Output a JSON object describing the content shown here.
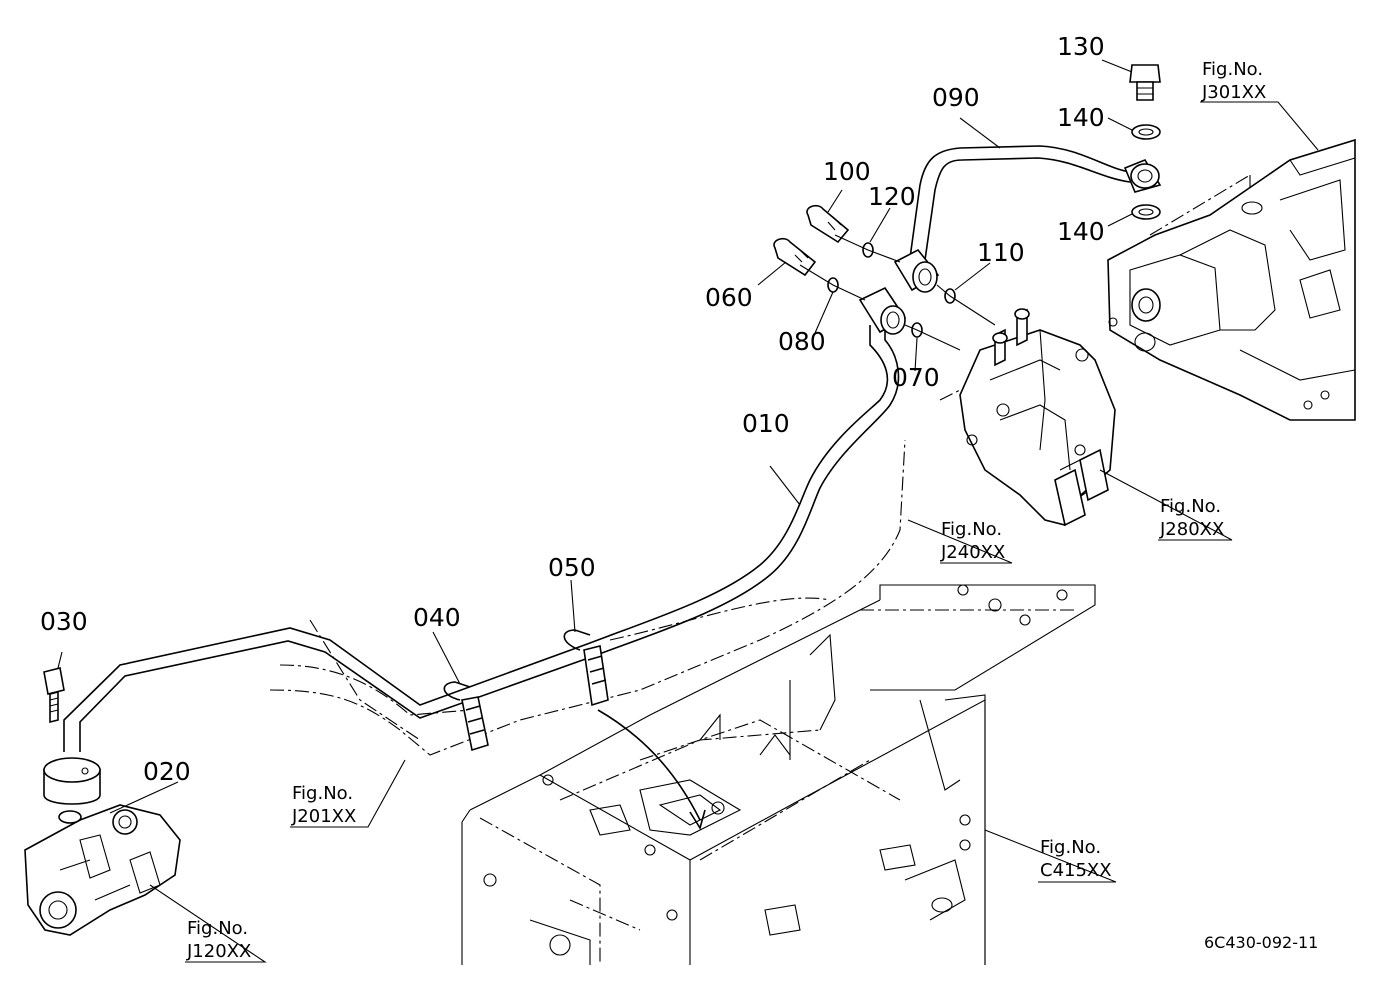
{
  "diagram": {
    "callouts": {
      "p010": "010",
      "p020": "020",
      "p030": "030",
      "p040": "040",
      "p050": "050",
      "p060": "060",
      "p070": "070",
      "p080": "080",
      "p090": "090",
      "p100": "100",
      "p110": "110",
      "p120": "120",
      "p130": "130",
      "p140a": "140",
      "p140b": "140"
    },
    "figure_refs": {
      "prefix": "Fig.No.",
      "j301": "J301XX",
      "j280": "J280XX",
      "j240": "J240XX",
      "j201": "J201XX",
      "j120": "J120XX",
      "c415": "C415XX"
    },
    "drawing_number": "6C430-092-11"
  }
}
